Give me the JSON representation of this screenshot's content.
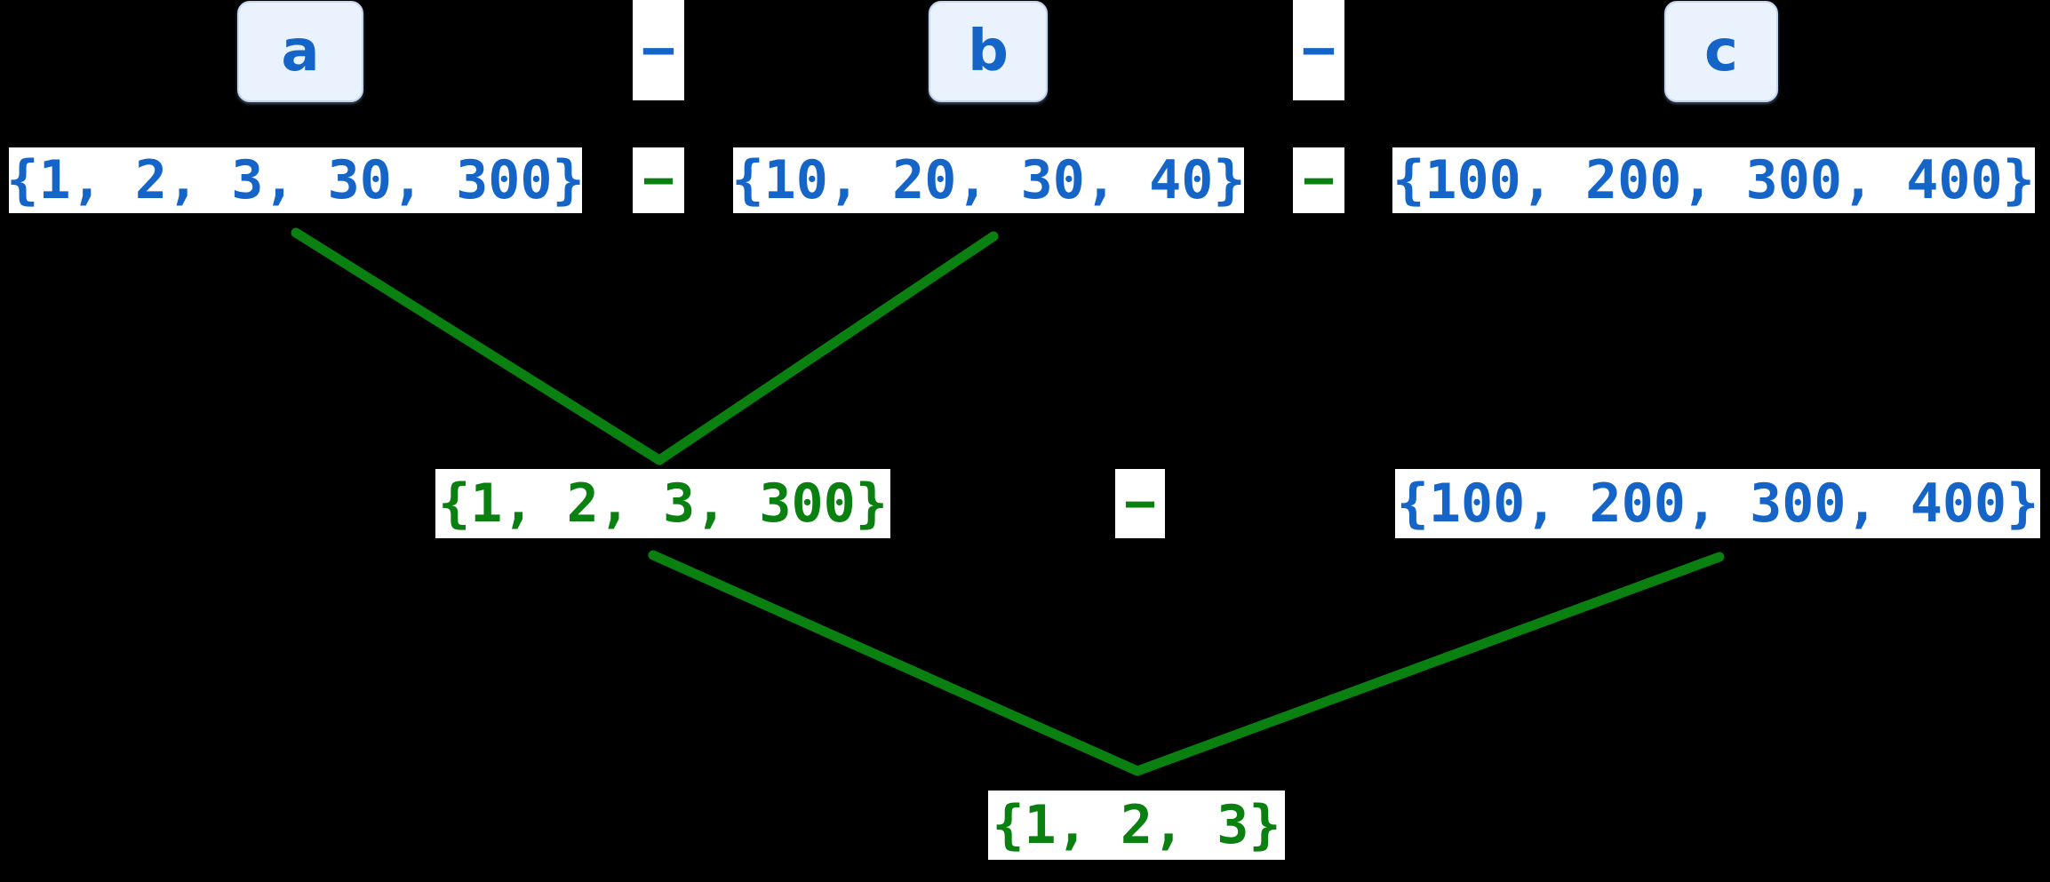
{
  "diagram": {
    "kind": "set-difference-evaluation-tree",
    "background_color": "#000000",
    "colors": {
      "operand_text": "#1565c8",
      "result_text": "#0a8011",
      "connector": "#0a8011",
      "badge_fill": "#eaf2fd",
      "badge_border": "#c3d7f2",
      "chip_background": "#ffffff"
    }
  },
  "variables": [
    {
      "name": "a",
      "label": "a"
    },
    {
      "name": "b",
      "label": "b"
    },
    {
      "name": "c",
      "label": "c"
    }
  ],
  "operators": {
    "minus": "−",
    "label_row_1": "−",
    "label_row_2": "−",
    "expr_row_1": "−",
    "expr_row_2": "−",
    "mid_row": "−"
  },
  "rows": {
    "operands": [
      {
        "id": "a",
        "value": "{1, 2, 3, 30, 300}",
        "color": "blue"
      },
      {
        "id": "b",
        "value": "{10, 20, 30, 40}",
        "color": "blue"
      },
      {
        "id": "c",
        "value": "{100, 200, 300, 400}",
        "color": "blue"
      }
    ],
    "intermediate": [
      {
        "id": "a-minus-b",
        "value": "{1, 2, 3, 300}",
        "color": "green"
      },
      {
        "id": "c-carried",
        "value": "{100, 200, 300, 400}",
        "color": "blue"
      }
    ],
    "final": [
      {
        "id": "a-minus-b-minus-c",
        "value": "{1, 2, 3}",
        "color": "green"
      }
    ]
  },
  "chart_data": {
    "type": "diagram",
    "title": "",
    "nodes": [
      {
        "id": "a",
        "level": 0,
        "text": "{1, 2, 3, 30, 300}",
        "label": "a",
        "color": "#1565c8"
      },
      {
        "id": "b",
        "level": 0,
        "text": "{10, 20, 30, 40}",
        "label": "b",
        "color": "#1565c8"
      },
      {
        "id": "c",
        "level": 0,
        "text": "{100, 200, 300, 400}",
        "label": "c",
        "color": "#1565c8"
      },
      {
        "id": "ab",
        "level": 1,
        "text": "{1, 2, 3, 300}",
        "label": "a - b",
        "color": "#0a8011"
      },
      {
        "id": "c2",
        "level": 1,
        "text": "{100, 200, 300, 400}",
        "label": "c",
        "color": "#1565c8"
      },
      {
        "id": "abc",
        "level": 2,
        "text": "{1, 2, 3}",
        "label": "a - b - c",
        "color": "#0a8011"
      }
    ],
    "edges": [
      {
        "from": "a",
        "to": "ab"
      },
      {
        "from": "b",
        "to": "ab"
      },
      {
        "from": "ab",
        "to": "abc"
      },
      {
        "from": "c2",
        "to": "abc"
      }
    ]
  }
}
